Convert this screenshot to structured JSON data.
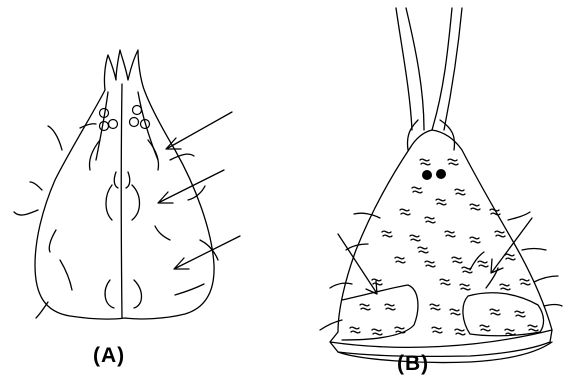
{
  "panels": [
    {
      "id": "A",
      "label": "(A)"
    },
    {
      "id": "B",
      "label": "(B)"
    }
  ],
  "colors": {
    "ink": "#000000",
    "background": "#ffffff"
  }
}
